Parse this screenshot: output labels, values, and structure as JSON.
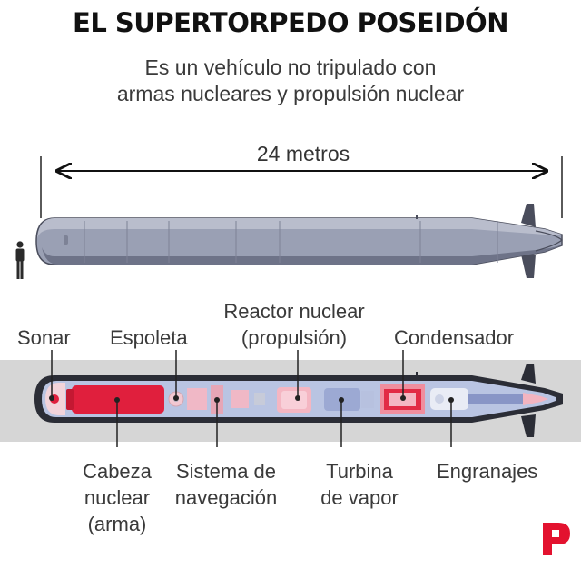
{
  "title": "EL SUPERTORPEDO POSEIDÓN",
  "subtitle": [
    "Es un vehículo no tripulado con",
    "armas nucleares y propulsión nuclear"
  ],
  "length_label": "24 metros",
  "components": {
    "sonar": "Sonar",
    "espoleta": "Espoleta",
    "reactor": [
      "Reactor nuclear",
      "(propulsión)"
    ],
    "condensador": "Condensador",
    "cabeza": [
      "Cabeza",
      "nuclear",
      "(arma)"
    ],
    "sistema": [
      "Sistema de",
      "navegación"
    ],
    "turbina": [
      "Turbina",
      "de vapor"
    ],
    "engranajes": "Engranajes"
  },
  "colors": {
    "hull": "#9aa0b4",
    "hull_dark": "#4a4d5c",
    "band": "#d6d6d6",
    "interior": "#b9c4e2",
    "warhead": "#e01f3d",
    "reactor": "#f4b6c2",
    "accent": "#e3122f"
  }
}
